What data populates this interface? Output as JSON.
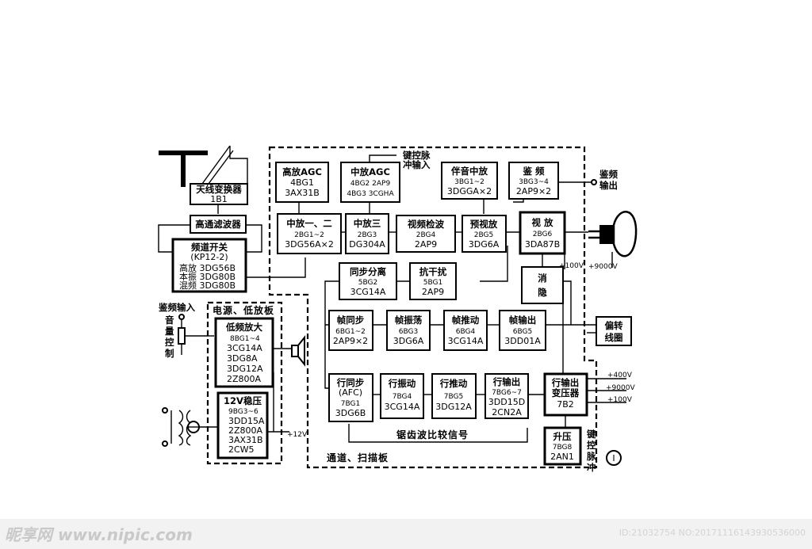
{
  "blocks": {
    "antenna_switch": [
      "天线变换器",
      "1B1"
    ],
    "highpass_filter": [
      "高通滤波器"
    ],
    "tuner": [
      "频道开关",
      "(KP12-2)",
      "高放 3DG56B",
      "本振 3DG80B",
      "混频 3DG80B"
    ],
    "if_agc": [
      "高放AGC",
      "4BG1",
      "3AX31B"
    ],
    "if_amp_agc": [
      "中放AGC",
      "4BG2 2AP9",
      "4BG3 3CGHA"
    ],
    "sound_if": [
      "伴音中放",
      "3BG1~2",
      "3DGGA×2"
    ],
    "discriminator": [
      "鉴 频",
      "3BG3~4",
      "2AP9×2"
    ],
    "if_amp_12": [
      "中放一、二",
      "2BG1~2",
      "3DG56A×2"
    ],
    "if_amp_3": [
      "中放三",
      "2BG3",
      "DG304A"
    ],
    "video_detector": [
      "视频检波",
      "2BG4",
      "2AP9"
    ],
    "video_preamp": [
      "预视放",
      "2BG5",
      "3DG6A"
    ],
    "video_amp": [
      "视 放",
      "2BG6",
      "3DA87B"
    ],
    "sync_sep": [
      "同步分离",
      "5BG2",
      "3CG14A"
    ],
    "noise_cancel": [
      "抗干扰",
      "5BG1",
      "2AP9"
    ],
    "blanking": [
      "消",
      "隐"
    ],
    "audio_amp": [
      "低频放大",
      "8BG1~4",
      "3CG14A",
      "3DG8A",
      "3DG12A",
      "2Z800A"
    ],
    "regulator": [
      "12V稳压",
      "9BG3~6",
      "3DD15A",
      "2Z800A",
      "3AX31B",
      "2CW5"
    ],
    "vert_sync": [
      "帧同步",
      "6BG1~2",
      "2AP9×2"
    ],
    "vert_osc": [
      "帧振荡",
      "6BG3",
      "3DG6A"
    ],
    "vert_drive": [
      "帧推动",
      "6BG4",
      "3CG14A"
    ],
    "vert_out": [
      "帧输出",
      "6BG5",
      "3DD01A"
    ],
    "yoke": [
      "偏转",
      "线圈"
    ],
    "horiz_afc": [
      "行同步",
      "(AFC)",
      "7BG1",
      "3DG6B"
    ],
    "horiz_osc": [
      "行振动",
      "7BG4",
      "3CG14A"
    ],
    "horiz_drive": [
      "行推动",
      "7BG5",
      "3DG12A"
    ],
    "horiz_out": [
      "行输出",
      "7BG6~7",
      "3DD15D",
      "2CN2A"
    ],
    "flyback": [
      "行输出",
      "变压器",
      "7B2"
    ],
    "boost": [
      "升压",
      "7BG8",
      "2AN1"
    ]
  },
  "labels": {
    "key_pulse_in": [
      "键控脉",
      "冲输入"
    ],
    "disc_out": [
      "鉴频",
      "输出"
    ],
    "disc_in": "鉴频输入",
    "volume": [
      "音",
      "量",
      "控",
      "制"
    ],
    "power_board": "电源、低放板",
    "scan_board": "通道、扫描板",
    "sawtooth": "锯齿波比较信号",
    "key_pulse": [
      "键",
      "控",
      "脉",
      "冲"
    ],
    "v100": "+100V",
    "v9000_crt": "+9000V",
    "v12": "+12V",
    "v400": "+400V",
    "v9000": "+9000V",
    "v100b": "+100V",
    "board_no": "Ⅰ"
  },
  "watermark": {
    "brand": "昵享网 www.nipic.com",
    "id": "ID:21032754 NO:20171116143930536000"
  }
}
